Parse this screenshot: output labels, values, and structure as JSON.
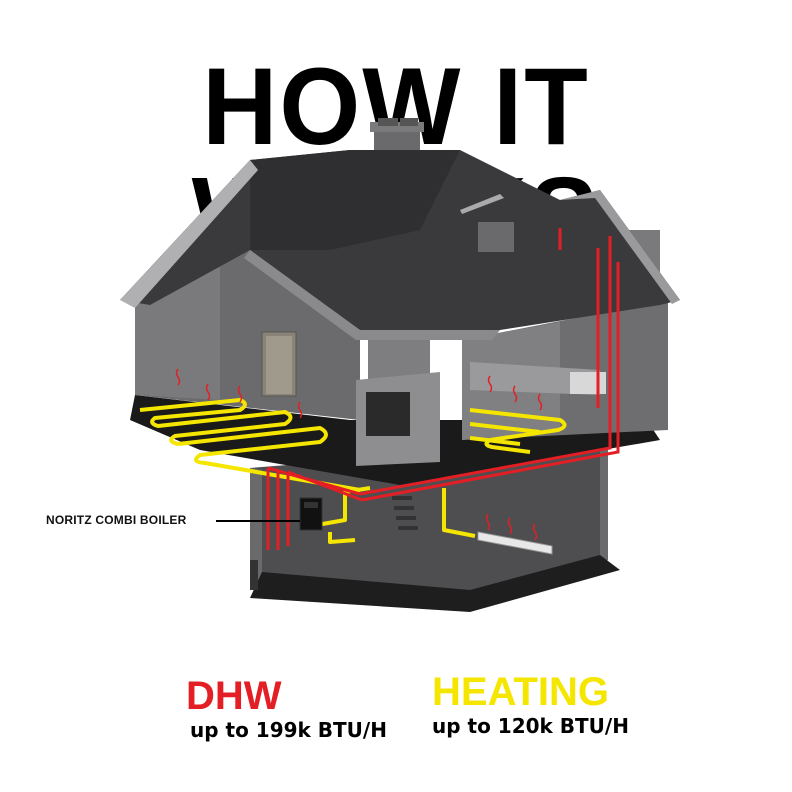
{
  "title": "HOW IT WORKS",
  "callout": {
    "label": "NORITZ COMBI BOILER"
  },
  "legend": {
    "dhw": {
      "label": "DHW",
      "detail": "up to 199k BTU/H",
      "color": "#e31e24"
    },
    "heating": {
      "label": "HEATING",
      "detail": "up to 120k BTU/H",
      "color": "#f5e600"
    }
  },
  "colors": {
    "roof": "#3a3a3c",
    "wall": "#5c5c5e",
    "floor": "#1a1a1a",
    "dhw_pipe": "#e31e24",
    "heating_pipe": "#f5e600"
  }
}
